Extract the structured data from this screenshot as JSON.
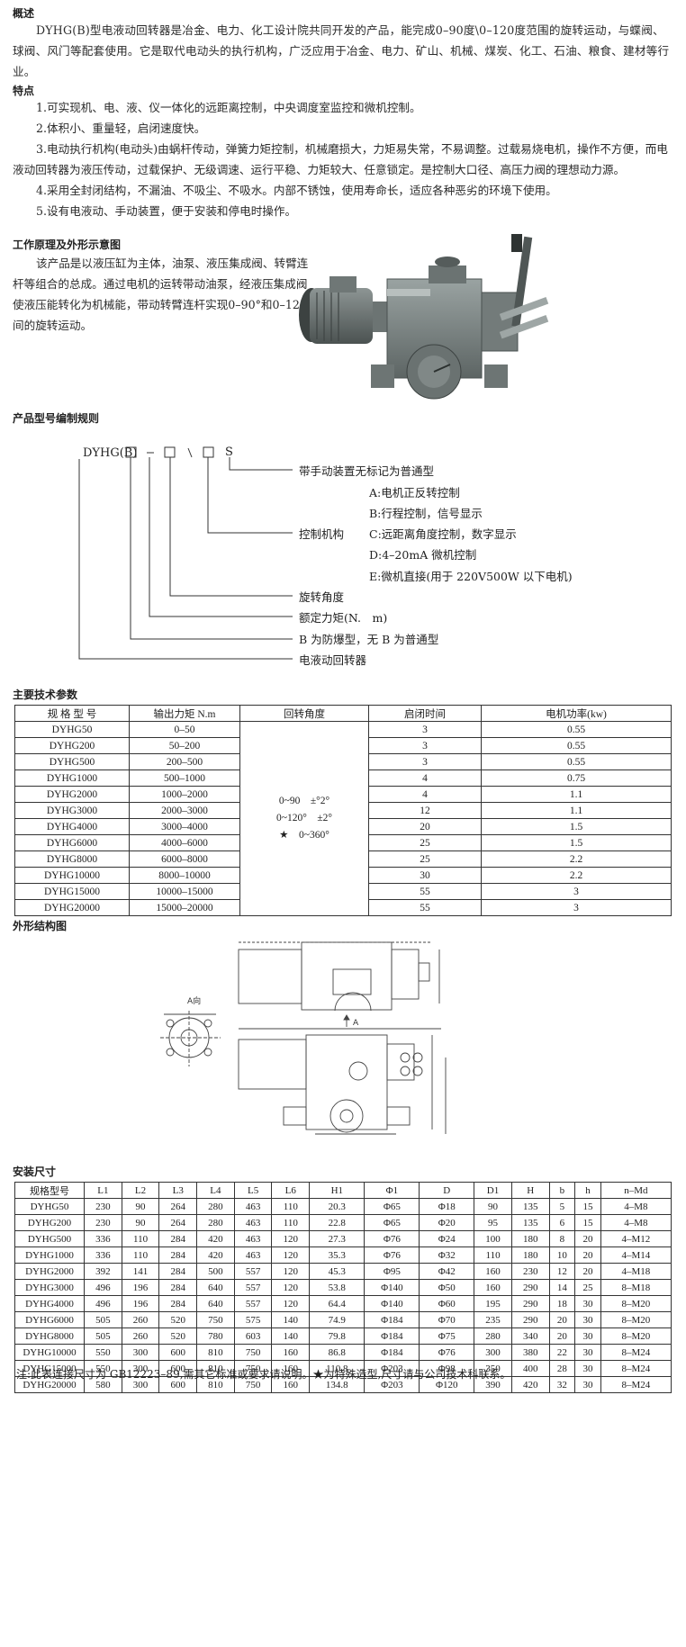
{
  "overview": {
    "heading": "概述",
    "text": "DYHG(B)型电液动回转器是冶金、电力、化工设计院共同开发的产品，能完成0–90度\\0–120度范围的旋转运动，与蝶阀、球阀、风门等配套使用。它是取代电动头的执行机构，广泛应用于冶金、电力、矿山、机械、煤炭、化工、石油、粮食、建材等行业。"
  },
  "features": {
    "heading": "特点",
    "items": [
      "1.可实现机、电、液、仪一体化的远距离控制，中央调度室监控和微机控制。",
      "2.体积小、重量轻，启闭速度快。",
      "3.电动执行机构(电动头)由蜗杆传动，弹簧力矩控制，机械磨损大，力矩易失常，不易调整。过载易烧电机，操作不方便，而电液动回转器为液压传动，过载保护、无级调速、运行平稳、力矩较大、任意锁定。是控制大口径、高压力阀的理想动力源。",
      "4.采用全封闭结构，不漏油、不吸尘、不吸水。内部不锈蚀，使用寿命长，适应各种恶劣的环境下使用。",
      "5.设有电液动、手动装置，便于安装和停电时操作。"
    ]
  },
  "working": {
    "heading": "工作原理及外形示意图",
    "text": "该产品是以液压缸为主体，油泵、液压集成阀、转臂连杆等组合的总成。通过电机的运转带动油泵，经液压集成阀使液压能转化为机械能，带动转臂连杆实现0–90°和0–120°间的旋转运动。"
  },
  "code_rule": {
    "heading": "产品型号编制规则",
    "model": "DYHG(B)",
    "suffix": "S",
    "labels": {
      "manual": "带手动装置无标记为普通型",
      "control": "控制机构",
      "opt_a": "A:电机正反转控制",
      "opt_b": "B:行程控制，信号显示",
      "opt_c": "C:远距离角度控制，数字显示",
      "opt_d": "D:4–20mA 微机控制",
      "opt_e": "E:微机直接(用于 220V500W 以下电机)",
      "angle": "旋转角度",
      "torque": "额定力矩(N.　m)",
      "explosion": "B 为防爆型，无 B 为普通型",
      "name": "电液动回转器"
    }
  },
  "params": {
    "heading": "主要技术参数",
    "headers": [
      "规 格 型 号",
      "输出力矩 N.m",
      "回转角度",
      "启闭时间",
      "电机功率(kw)"
    ],
    "angle_text": [
      "0~90　±°2°",
      "0~120°　±2°",
      "★　0~360°"
    ],
    "rows": [
      [
        "DYHG50",
        "0–50",
        "3",
        "0.55"
      ],
      [
        "DYHG200",
        "50–200",
        "3",
        "0.55"
      ],
      [
        "DYHG500",
        "200–500",
        "3",
        "0.55"
      ],
      [
        "DYHG1000",
        "500–1000",
        "4",
        "0.75"
      ],
      [
        "DYHG2000",
        "1000–2000",
        "4",
        "1.1"
      ],
      [
        "DYHG3000",
        "2000–3000",
        "12",
        "1.1"
      ],
      [
        "DYHG4000",
        "3000–4000",
        "20",
        "1.5"
      ],
      [
        "DYHG6000",
        "4000–6000",
        "25",
        "1.5"
      ],
      [
        "DYHG8000",
        "6000–8000",
        "25",
        "2.2"
      ],
      [
        "DYHG10000",
        "8000–10000",
        "30",
        "2.2"
      ],
      [
        "DYHG15000",
        "10000–15000",
        "55",
        "3"
      ],
      [
        "DYHG20000",
        "15000–20000",
        "55",
        "3"
      ]
    ]
  },
  "outline": {
    "heading": "外形结构图",
    "view_label": "A向",
    "arrow_label": "A"
  },
  "install": {
    "heading": "安装尺寸",
    "headers": [
      "规格型号",
      "L1",
      "L2",
      "L3",
      "L4",
      "L5",
      "L6",
      "H1",
      "Φ1",
      "D",
      "D1",
      "H",
      "b",
      "h",
      "n–Md"
    ],
    "rows": [
      [
        "DYHG50",
        "230",
        "90",
        "264",
        "280",
        "463",
        "110",
        "20.3",
        "Φ65",
        "Φ18",
        "90",
        "135",
        "5",
        "15",
        "4–M8"
      ],
      [
        "DYHG200",
        "230",
        "90",
        "264",
        "280",
        "463",
        "110",
        "22.8",
        "Φ65",
        "Φ20",
        "95",
        "135",
        "6",
        "15",
        "4–M8"
      ],
      [
        "DYHG500",
        "336",
        "110",
        "284",
        "420",
        "463",
        "120",
        "27.3",
        "Φ76",
        "Φ24",
        "100",
        "180",
        "8",
        "20",
        "4–M12"
      ],
      [
        "DYHG1000",
        "336",
        "110",
        "284",
        "420",
        "463",
        "120",
        "35.3",
        "Φ76",
        "Φ32",
        "110",
        "180",
        "10",
        "20",
        "4–M14"
      ],
      [
        "DYHG2000",
        "392",
        "141",
        "284",
        "500",
        "557",
        "120",
        "45.3",
        "Φ95",
        "Φ42",
        "160",
        "230",
        "12",
        "20",
        "4–M18"
      ],
      [
        "DYHG3000",
        "496",
        "196",
        "284",
        "640",
        "557",
        "120",
        "53.8",
        "Φ140",
        "Φ50",
        "160",
        "290",
        "14",
        "25",
        "8–M18"
      ],
      [
        "DYHG4000",
        "496",
        "196",
        "284",
        "640",
        "557",
        "120",
        "64.4",
        "Φ140",
        "Φ60",
        "195",
        "290",
        "18",
        "30",
        "8–M20"
      ],
      [
        "DYHG6000",
        "505",
        "260",
        "520",
        "750",
        "575",
        "140",
        "74.9",
        "Φ184",
        "Φ70",
        "235",
        "290",
        "20",
        "30",
        "8–M20"
      ],
      [
        "DYHG8000",
        "505",
        "260",
        "520",
        "780",
        "603",
        "140",
        "79.8",
        "Φ184",
        "Φ75",
        "280",
        "340",
        "20",
        "30",
        "8–M20"
      ],
      [
        "DYHG10000",
        "550",
        "300",
        "600",
        "810",
        "750",
        "160",
        "86.8",
        "Φ184",
        "Φ76",
        "300",
        "380",
        "22",
        "30",
        "8–M24"
      ],
      [
        "DYHG15000",
        "550",
        "300",
        "600",
        "810",
        "750",
        "160",
        "110.8",
        "Φ203",
        "Φ98",
        "350",
        "400",
        "28",
        "30",
        "8–M24"
      ],
      [
        "DYHG20000",
        "580",
        "300",
        "600",
        "810",
        "750",
        "160",
        "134.8",
        "Φ203",
        "Φ120",
        "390",
        "420",
        "32",
        "30",
        "8–M24"
      ]
    ],
    "note": "注:此表连接尺寸为 GB12223–89,需其它标准或要求请说明。★为特殊造型,尺寸请与公司技术科联系。"
  }
}
